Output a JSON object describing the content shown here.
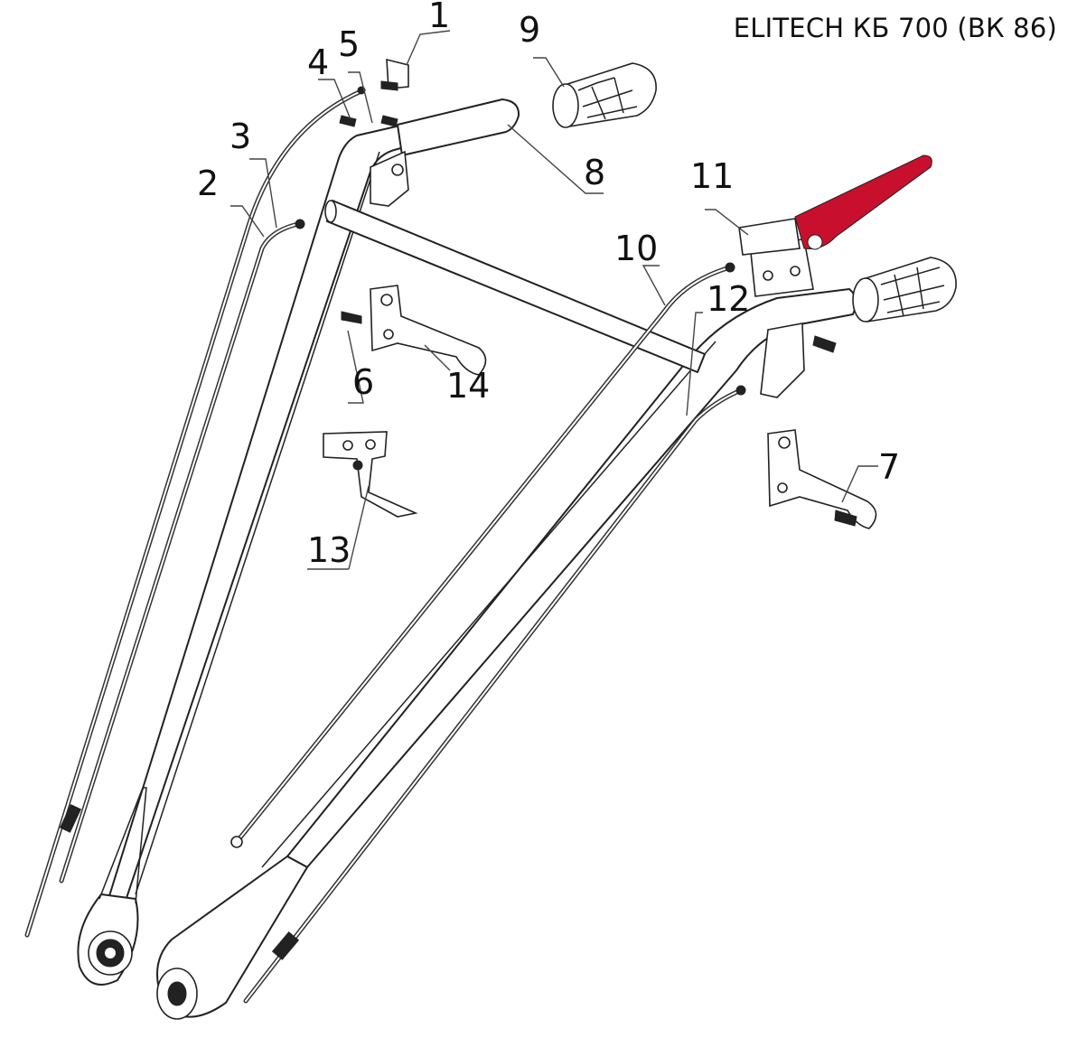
{
  "title": "ELITECH КБ 700 (ВК 86)",
  "callouts": [
    {
      "id": "1",
      "label": "1"
    },
    {
      "id": "2",
      "label": "2"
    },
    {
      "id": "3",
      "label": "3"
    },
    {
      "id": "4",
      "label": "4"
    },
    {
      "id": "5",
      "label": "5"
    },
    {
      "id": "6",
      "label": "6"
    },
    {
      "id": "7",
      "label": "7"
    },
    {
      "id": "8",
      "label": "8"
    },
    {
      "id": "9",
      "label": "9"
    },
    {
      "id": "10",
      "label": "10"
    },
    {
      "id": "11",
      "label": "11"
    },
    {
      "id": "12",
      "label": "12"
    },
    {
      "id": "13",
      "label": "13"
    },
    {
      "id": "14",
      "label": "14"
    }
  ],
  "colors": {
    "lever": "#c8102e",
    "ink": "#222222"
  }
}
